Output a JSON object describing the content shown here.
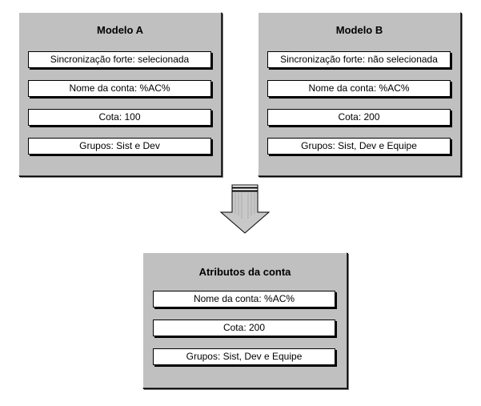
{
  "model_a": {
    "title": "Modelo A",
    "fields": [
      "Sincronização forte: selecionada",
      "Nome da conta: %AC%",
      "Cota: 100",
      "Grupos: Sist e Dev"
    ]
  },
  "model_b": {
    "title": "Modelo B",
    "fields": [
      "Sincronização forte: não selecionada",
      "Nome da conta: %AC%",
      "Cota: 200",
      "Grupos: Sist, Dev e Equipe"
    ]
  },
  "result": {
    "title": "Atributos da conta",
    "fields": [
      "Nome da conta: %AC%",
      "Cota: 200",
      "Grupos: Sist, Dev e Equipe"
    ]
  },
  "colors": {
    "panel_bg": "#c0c0c0",
    "field_bg": "#ffffff",
    "arrow_fill": "#c8c8c8"
  }
}
